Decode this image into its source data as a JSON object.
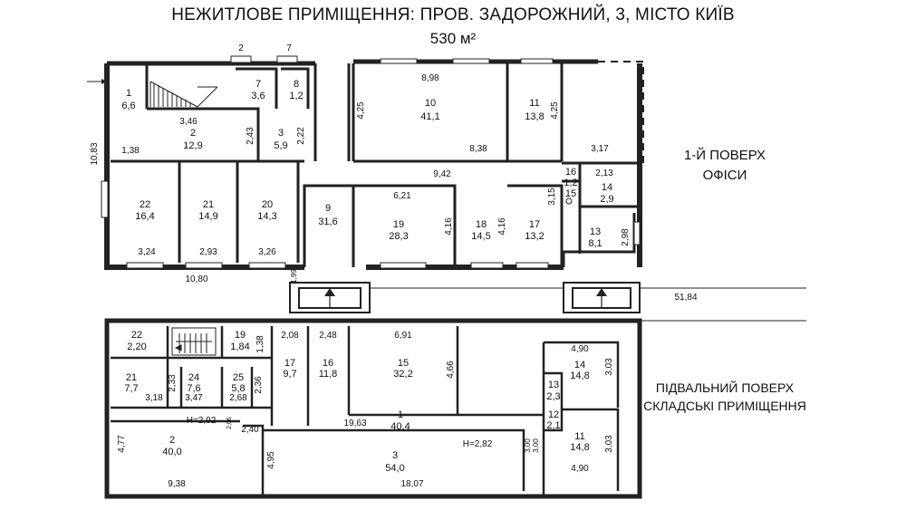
{
  "header": {
    "title": "НЕЖИТЛОВЕ ПРИМІЩЕННЯ: ПРОВ. ЗАДОРОЖНИЙ, 3, МІСТО КИЇВ",
    "area": "530 м²"
  },
  "first_floor": {
    "label_line1": "1-Й ПОВЕРХ",
    "label_line2": "ОФІСИ",
    "rooms": [
      {
        "no": "1",
        "area": "6,6"
      },
      {
        "no": "2",
        "area": "12,9"
      },
      {
        "no": "3",
        "area": "5,9"
      },
      {
        "no": "7",
        "area": "3,6"
      },
      {
        "no": "8",
        "area": "1,2"
      },
      {
        "no": "9",
        "area": "31,6"
      },
      {
        "no": "10",
        "area": "41,1"
      },
      {
        "no": "11",
        "area": "13,8"
      },
      {
        "no": "13",
        "area": "8,1"
      },
      {
        "no": "14",
        "area": "2,9"
      },
      {
        "no": "15",
        "area": ""
      },
      {
        "no": "16",
        "area": "1,2"
      },
      {
        "no": "17",
        "area": "13,2"
      },
      {
        "no": "18",
        "area": "14,5"
      },
      {
        "no": "19",
        "area": "28,3"
      },
      {
        "no": "20",
        "area": "14,3"
      },
      {
        "no": "21",
        "area": "14,9"
      },
      {
        "no": "22",
        "area": "16,4"
      }
    ],
    "dimensions": [
      "2",
      "7",
      "8,98",
      "4,25",
      "4,25",
      "3,46",
      "1,38",
      "2,43",
      "2,22",
      "8,38",
      "3,17",
      "9,42",
      "6,21",
      "2,13",
      "3,15",
      "4,16",
      "4,16",
      "2,98",
      "3,24",
      "2,93",
      "3,26",
      "10,80",
      "1,99",
      "10,83",
      "51,84"
    ]
  },
  "basement": {
    "label_line1": "ПІДВАЛЬНИЙ ПОВЕРХ",
    "label_line2": "СКЛАДСЬКІ ПРИМІЩЕННЯ",
    "rooms": [
      {
        "no": "22",
        "area": "2,20"
      },
      {
        "no": "19",
        "area": "1,84"
      },
      {
        "no": "17",
        "area": "9,7"
      },
      {
        "no": "16",
        "area": "11,8"
      },
      {
        "no": "15",
        "area": "32,2"
      },
      {
        "no": "14",
        "area": "14,8"
      },
      {
        "no": "21",
        "area": "7,7"
      },
      {
        "no": "24",
        "area": "7,6"
      },
      {
        "no": "25",
        "area": "5,8"
      },
      {
        "no": "13",
        "area": "2,3"
      },
      {
        "no": "12",
        "area": "2,1"
      },
      {
        "no": "1",
        "area": "40,4"
      },
      {
        "no": "2",
        "area": "40,0"
      },
      {
        "no": "3",
        "area": "54,0"
      },
      {
        "no": "11",
        "area": "14,8"
      }
    ],
    "dimensions": [
      "1,38",
      "2,08",
      "2,48",
      "6,91",
      "4,66",
      "4,90",
      "3,03",
      "2,33",
      "2,36",
      "3,18",
      "3,47",
      "2,68",
      "H=2,92",
      "2,06",
      "2,40",
      "19,63",
      "H=2,82",
      "3,00",
      "3,00",
      "4,77",
      "4,95",
      "9,38",
      "18,07",
      "3,03",
      "4,90"
    ]
  }
}
